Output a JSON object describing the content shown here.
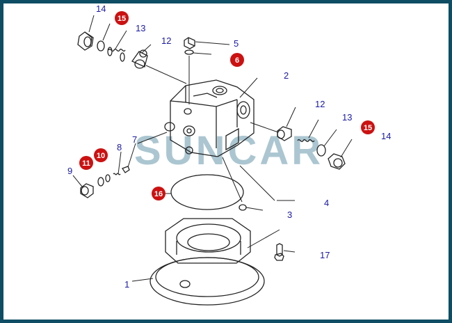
{
  "watermark": {
    "text": "SUNCAR",
    "color": "#8fb3c2",
    "accent_color": "#4fb0c8"
  },
  "colors": {
    "frame": "#0e4d63",
    "label": "#1a1aa6",
    "badge": "#cc1111"
  },
  "labels": [
    {
      "text": "14"
    },
    {
      "text": "13"
    },
    {
      "text": "12"
    },
    {
      "text": "5"
    },
    {
      "text": "2"
    },
    {
      "text": "12"
    },
    {
      "text": "13"
    },
    {
      "text": "14"
    },
    {
      "text": "7"
    },
    {
      "text": "8"
    },
    {
      "text": "9"
    },
    {
      "text": "4"
    },
    {
      "text": "3"
    },
    {
      "text": "17"
    },
    {
      "text": "1"
    }
  ],
  "badges": [
    {
      "text": "15"
    },
    {
      "text": "6"
    },
    {
      "text": "15"
    },
    {
      "text": "10"
    },
    {
      "text": "11"
    },
    {
      "text": "16"
    }
  ]
}
